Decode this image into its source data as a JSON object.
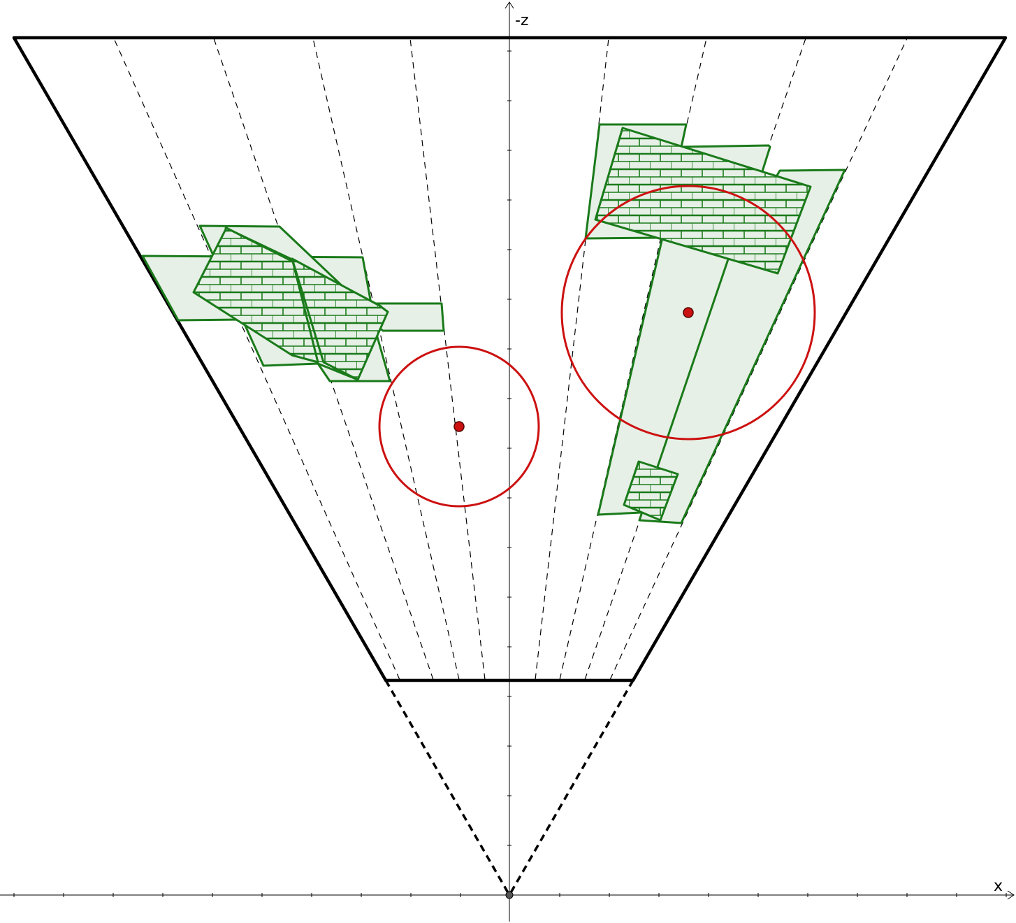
{
  "axes": {
    "horizontal_label": "x",
    "vertical_label": "-z"
  },
  "colors": {
    "frustum": "#000000",
    "polygon_stroke": "#1a7a1a",
    "polygon_fill": "#e6f0e6",
    "circle": "#cc1111",
    "center_point": "#cc1111",
    "dashed_ray": "#000000",
    "origin": "#555555"
  },
  "diagram": {
    "left_group_polygons": 4,
    "right_group_polygons": 5,
    "bounding_circles": 2
  }
}
